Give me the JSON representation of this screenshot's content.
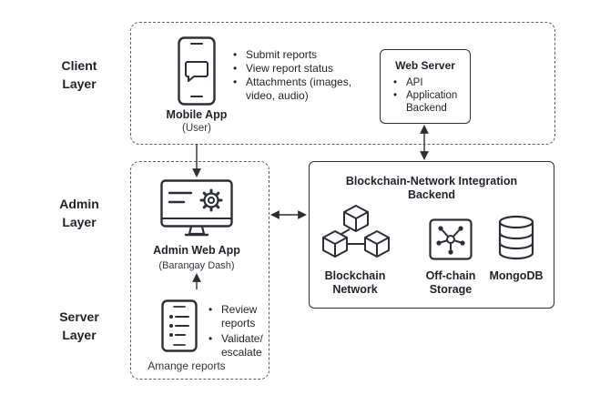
{
  "layers": {
    "client": [
      "Client",
      "Layer"
    ],
    "admin": [
      "Admin",
      "Layer"
    ],
    "server": [
      "Server",
      "Layer"
    ]
  },
  "mobile_app": {
    "title": "Mobile App",
    "subtitle": "(User)",
    "features": [
      "Submit reports",
      "View report status",
      "Attachments (images,",
      "video, audio)"
    ]
  },
  "web_server": {
    "title": "Web Server",
    "items": [
      "API",
      "Application",
      "Backend"
    ]
  },
  "admin_app": {
    "title": "Admin Web App",
    "subtitle": "(Barangay Dash)"
  },
  "manage": {
    "label": "Amange reports",
    "features": [
      "Review",
      "reports",
      "Validate/",
      "escalate"
    ]
  },
  "backend": {
    "title": [
      "Blockchain-Network Integration",
      "Backend"
    ],
    "components": {
      "blockchain": [
        "Blockchain",
        "Network"
      ],
      "offchain": [
        "Off-chain",
        "Storage"
      ],
      "mongodb": "MongoDB"
    }
  },
  "colors": {
    "stroke": "#2b2f35",
    "dashed": "#5a5e64",
    "text": "#1f2329"
  }
}
